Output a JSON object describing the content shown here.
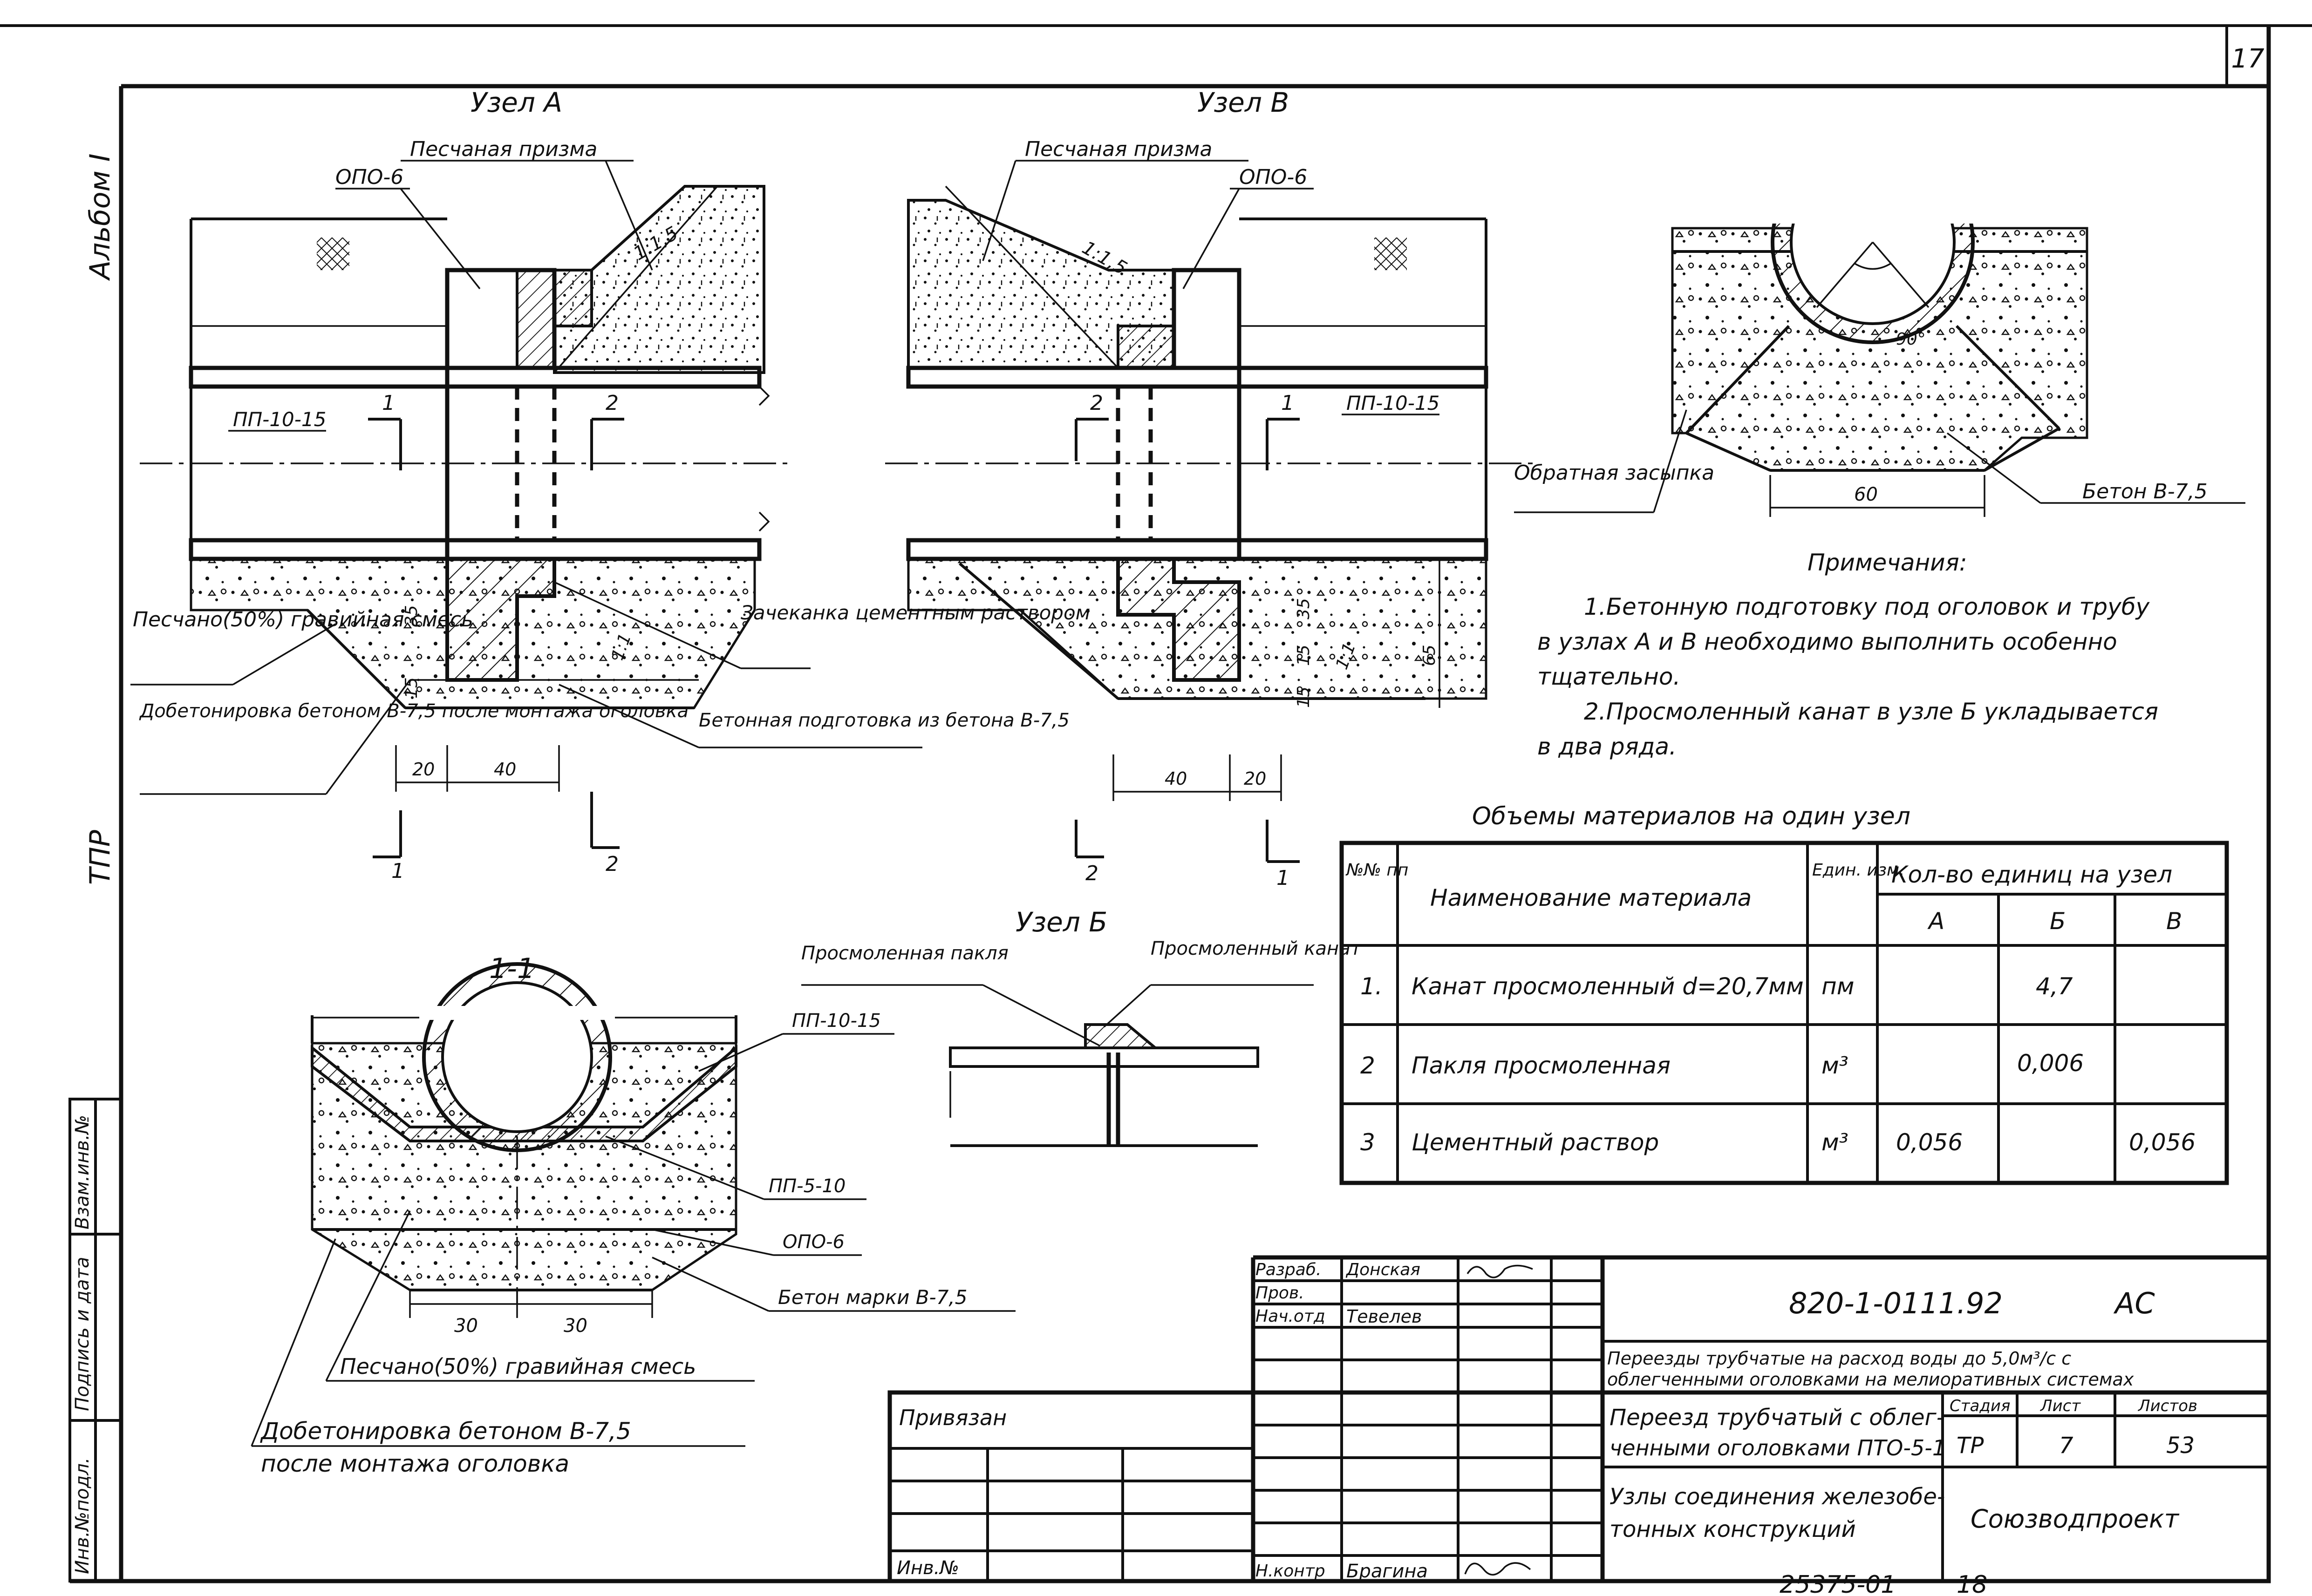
{
  "sheet": {
    "page_number": "17",
    "album_label": "Альбом I",
    "tpr_label": "ТПР",
    "footer_number": "25375-01",
    "footer_page": "18"
  },
  "left_stamp": {
    "col1": "Инв.№подл.",
    "col2": "Подпись и дата",
    "col3": "Взам.инв.№"
  },
  "node_a": {
    "title": "Узел А",
    "sand_prism": "Песчаная призма",
    "opo": "ОПО-6",
    "slope": "1:1,5",
    "pipe": "ПП-10-15",
    "sand_gravel": "Песчано(50%) гравийная смесь",
    "concreting": "Добетонировка бетоном В-7,5 после монтажа оголовка",
    "caulking": "Зачеканка цементным раствором",
    "base": "Бетонная подготовка из бетона В-7,5",
    "slope2": "1:1",
    "dim_35": "35",
    "dim_15": "15",
    "dim_20": "20",
    "dim_40": "40",
    "cut1": "1",
    "cut2": "2"
  },
  "node_v": {
    "title": "Узел В",
    "sand_prism": "Песчаная призма",
    "opo": "ОПО-6",
    "slope": "1:1,5",
    "pipe": "ПП-10-15",
    "slope2": "1:1",
    "dim_35": "35",
    "dim_15": "15",
    "dim_65": "65",
    "dim_40": "40",
    "dim_20": "20",
    "cut1": "1",
    "cut2": "2"
  },
  "section_22": {
    "title": "2-2",
    "angle": "90°",
    "backfill": "Обратная засыпка",
    "dim_60": "60",
    "concrete": "Бетон В-7,5"
  },
  "section_11": {
    "title": "1-1",
    "pp_10_15": "ПП-10-15",
    "pp_5_10": "ПП-5-10",
    "opo": "ОПО-6",
    "concrete": "Бетон марки В-7,5",
    "dim_30a": "30",
    "dim_30b": "30",
    "sand_gravel": "Песчано(50%) гравийная смесь",
    "concreting_1": "Добетонировка бетоном В-7,5",
    "concreting_2": "после монтажа оголовка"
  },
  "node_b": {
    "title": "Узел Б",
    "oakum": "Просмоленная пакля",
    "rope": "Просмоленный канат"
  },
  "notes": {
    "heading": "Примечания:",
    "line1": "1.Бетонную подготовку под оголовок и трубу",
    "line2": "в узлах А и В необходимо выполнить особенно",
    "line3": "тщательно.",
    "line4": "2.Просмоленный канат в узле Б укладывается",
    "line5": "в два ряда."
  },
  "materials_table": {
    "title": "Объемы материалов на один узел",
    "col_no": "№№ пп",
    "col_name": "Наименование материала",
    "col_unit": "Един. изм.",
    "col_qty": "Кол-во единиц на узел",
    "sub_a": "А",
    "sub_b": "Б",
    "sub_v": "В",
    "rows": [
      {
        "no": "1.",
        "name": "Канат просмоленный d=20,7мм",
        "unit": "пм",
        "a": "",
        "b": "4,7",
        "v": ""
      },
      {
        "no": "2",
        "name": "Пакля просмоленная",
        "unit": "м³",
        "a": "",
        "b": "0,006",
        "v": ""
      },
      {
        "no": "3",
        "name": "Цементный раствор",
        "unit": "м³",
        "a": "0,056",
        "b": "",
        "v": "0,056"
      }
    ]
  },
  "title_block": {
    "doc_code": "820-1-0111.92",
    "doc_suffix": "АС",
    "razrab_label": "Разраб.",
    "razrab_name": "Донская",
    "prov_label": "Пров.",
    "nach_label": "Нач.отд",
    "nach_name": "Тевелев",
    "nkontr_label": "Н.контр",
    "nkontr_name": "Брагина",
    "privyazan": "Привязан",
    "inv": "Инв.№",
    "project_1": "Переезды трубчатые на расход воды до 5,0м³/с с",
    "project_2": "облегченными оголовками на мелиоративных системах",
    "sheet_title_1": "Переезд трубчатый с облег-",
    "sheet_title_2": "ченными оголовками ПТО-5-1",
    "stage_label": "Стадия",
    "sheet_label": "Лист",
    "sheets_label": "Листов",
    "stage": "ТР",
    "sheet": "7",
    "sheets": "53",
    "content_1": "Узлы соединения железобе-",
    "content_2": "тонных конструкций",
    "org": "Союзводпроект"
  }
}
